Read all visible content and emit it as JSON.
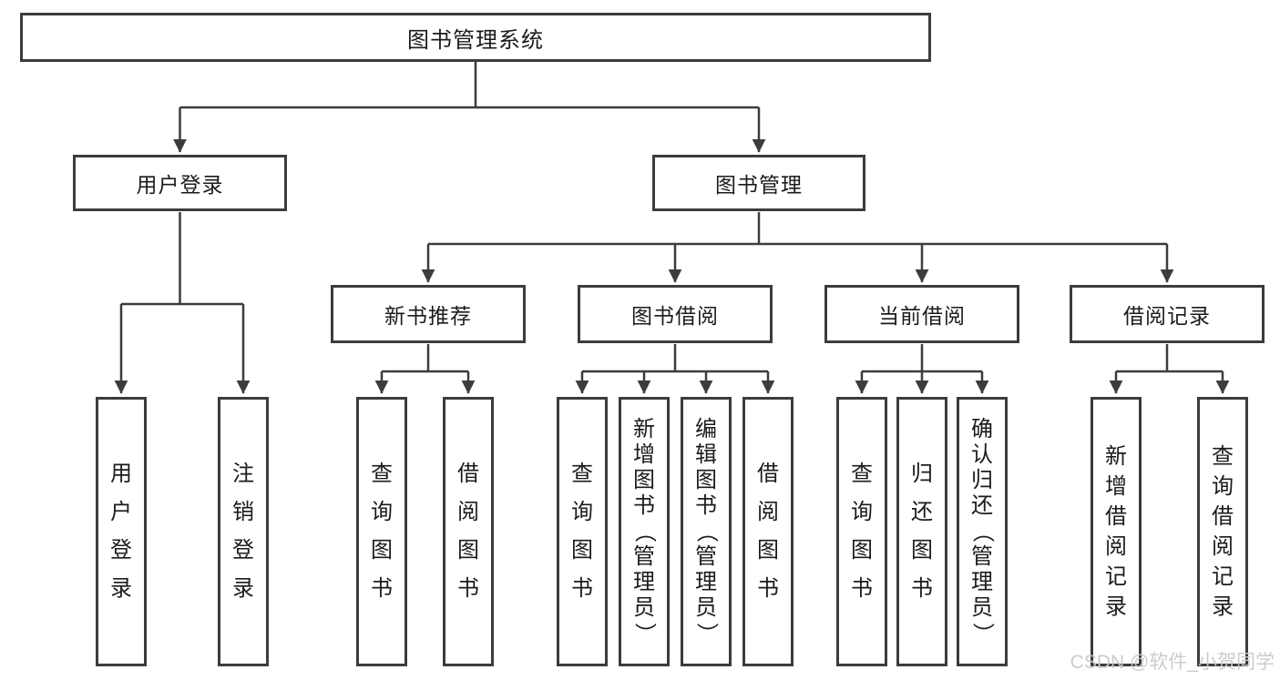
{
  "diagram": {
    "root": {
      "label": "图书管理系统"
    },
    "branches": [
      {
        "label": "用户登录",
        "leaves": [
          {
            "label": "用户登录"
          },
          {
            "label": "注销登录"
          }
        ]
      },
      {
        "label": "图书管理",
        "sections": [
          {
            "label": "新书推荐",
            "leaves": [
              {
                "label": "查询图书"
              },
              {
                "label": "借阅图书"
              }
            ]
          },
          {
            "label": "图书借阅",
            "leaves": [
              {
                "label": "查询图书"
              },
              {
                "label": "新增图书（管理员）"
              },
              {
                "label": "编辑图书（管理员）"
              },
              {
                "label": "借阅图书"
              }
            ]
          },
          {
            "label": "当前借阅",
            "leaves": [
              {
                "label": "查询图书"
              },
              {
                "label": "归还图书"
              },
              {
                "label": "确认归还（管理员）"
              }
            ]
          },
          {
            "label": "借阅记录",
            "leaves": [
              {
                "label": "新增借阅记录"
              },
              {
                "label": "查询借阅记录"
              }
            ]
          }
        ]
      }
    ]
  },
  "watermark": {
    "text": "CSDN @软件_小贺同学"
  },
  "colors": {
    "line": "#3c3c3c",
    "box_border": "#3c3c3c",
    "text": "#1b1b1b",
    "watermark": "#c9c9c9",
    "background": "#ffffff"
  }
}
